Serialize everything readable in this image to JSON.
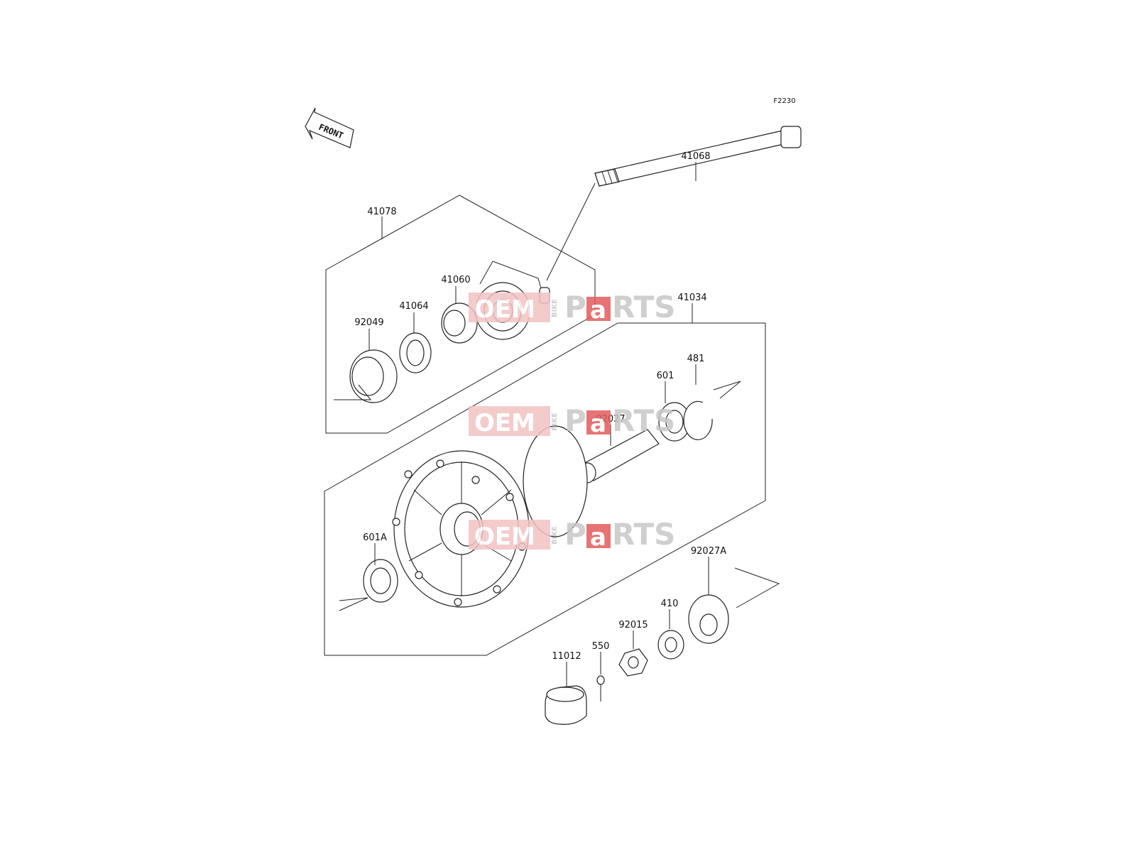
{
  "diagram": {
    "code": "F2230",
    "front_label": "FRONT",
    "parts": [
      {
        "id": "41068"
      },
      {
        "id": "41078"
      },
      {
        "id": "41060"
      },
      {
        "id": "41064"
      },
      {
        "id": "92049"
      },
      {
        "id": "41034"
      },
      {
        "id": "601"
      },
      {
        "id": "481"
      },
      {
        "id": "92027"
      },
      {
        "id": "601A"
      },
      {
        "id": "92027A"
      },
      {
        "id": "410"
      },
      {
        "id": "92015"
      },
      {
        "id": "550"
      },
      {
        "id": "11012"
      }
    ]
  },
  "watermark": {
    "left": "OEM",
    "side": "BIKE",
    "right_p": "P",
    "right_a": "a",
    "right_rest": "RTS"
  },
  "colors": {
    "watermark_pink": "#f3c2c2",
    "watermark_red": "#e35c5c",
    "watermark_grey": "#c7c7c7",
    "line": "#222222"
  }
}
